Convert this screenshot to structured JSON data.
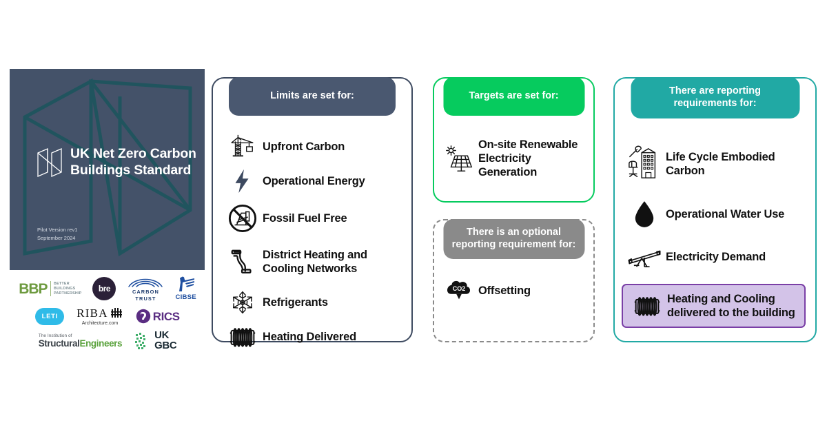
{
  "cover": {
    "title": "UK Net Zero Carbon\nBuildings Standard",
    "version": "Pilot Version rev1",
    "date": "September 2024",
    "logo_mark_name": "nzcbs-logo-mark",
    "background_color": "#445269"
  },
  "partner_logos": [
    {
      "id": "bbp",
      "main": "BBP",
      "sub": "BETTER\nBUILDINGS\nPARTNERSHIP"
    },
    {
      "id": "bre",
      "main": "bre"
    },
    {
      "id": "carbon-trust",
      "line1": "CARBON",
      "line2": "TRUST"
    },
    {
      "id": "cibse",
      "main": "CIBSE"
    },
    {
      "id": "leti",
      "main": "LETI"
    },
    {
      "id": "riba",
      "main": "RIBA",
      "sub": "Architecture.com"
    },
    {
      "id": "rics",
      "main": "RICS"
    },
    {
      "id": "istructe",
      "top": "The Institution of",
      "a": "Structural",
      "b": "Engineers"
    },
    {
      "id": "ukgbc",
      "line1": "UK",
      "line2": "GBC"
    }
  ],
  "cards": [
    {
      "id": "limits",
      "header": "Limits are set for:",
      "accent": "#3d4a60",
      "header_bg": "#4a5870",
      "items": [
        {
          "label": "Upfront Carbon",
          "icon": "crane-icon"
        },
        {
          "label": "Operational Energy",
          "icon": "lightning-bolt-icon"
        },
        {
          "label": "Fossil Fuel Free",
          "icon": "no-oil-pump-icon"
        },
        {
          "label": "District Heating and\nCooling Networks",
          "icon": "pipe-icon"
        },
        {
          "label": "Refrigerants",
          "icon": "snowflake-icon"
        },
        {
          "label": "Heating Delivered",
          "icon": "radiator-icon"
        }
      ]
    },
    {
      "id": "targets",
      "header": "Targets are set for:",
      "accent": "#06cb5e",
      "header_bg": "#06cb5e",
      "items": [
        {
          "label": "On-site Renewable\nElectricity\nGeneration",
          "icon": "solar-panel-icon"
        }
      ]
    },
    {
      "id": "optional-reporting",
      "header": "There is an optional\nreporting requirement for:",
      "accent": "#8a8a8a",
      "header_bg": "#8a8a8a",
      "items": [
        {
          "label": "Offsetting",
          "icon": "co2-cloud-icon"
        }
      ]
    },
    {
      "id": "reporting",
      "header": "There are reporting\nrequirements for:",
      "accent": "#21a9a4",
      "header_bg": "#21a9a4",
      "items": [
        {
          "label": "Life Cycle Embodied\nCarbon",
          "icon": "building-hammer-chair-icon"
        },
        {
          "label": "Operational Water Use",
          "icon": "water-droplet-icon"
        },
        {
          "label": "Electricity Demand",
          "icon": "seesaw-icon"
        },
        {
          "label": "Heating and Cooling\ndelivered to the building",
          "icon": "radiator-icon",
          "highlight": true,
          "highlight_bg": "#d3c3e8",
          "highlight_border": "#7a3fa6"
        }
      ]
    }
  ]
}
